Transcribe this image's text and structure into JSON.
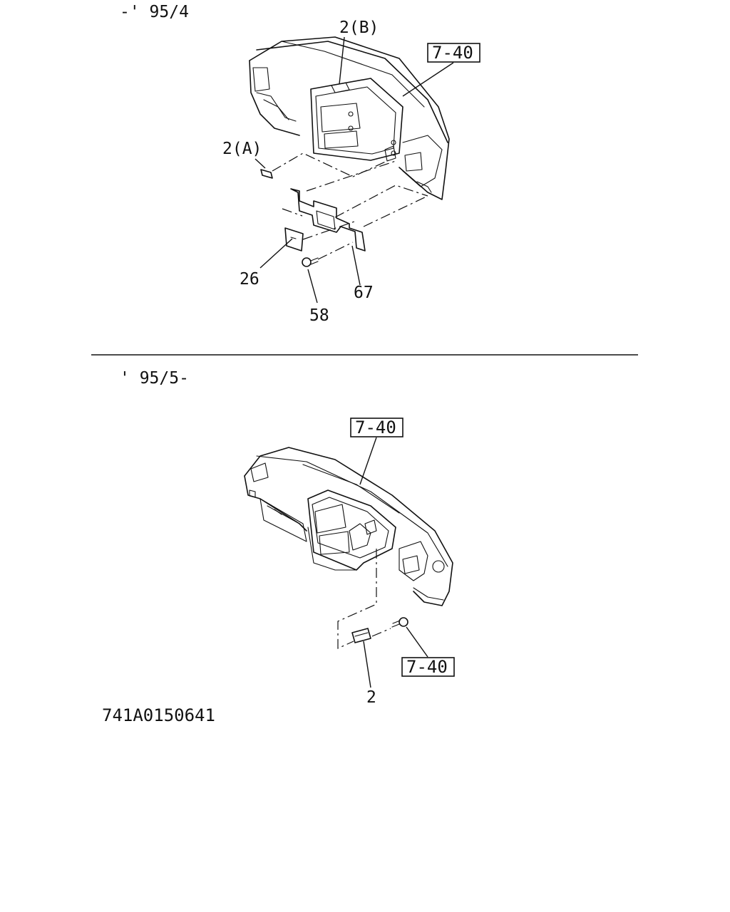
{
  "top_section": {
    "period": "-' 95/4",
    "labels": {
      "p2b": "2(B)",
      "p2a": "2(A)",
      "p26": "26",
      "p67": "67",
      "p58": "58"
    },
    "ref_box": "7-40"
  },
  "bottom_section": {
    "period": "' 95/5-",
    "labels": {
      "p2": "2"
    },
    "ref_box_top": "7-40",
    "ref_box_screw": "7-40"
  },
  "drawing_code": "741A0150641",
  "colors": {
    "line": "#111111",
    "background": "#ffffff"
  }
}
